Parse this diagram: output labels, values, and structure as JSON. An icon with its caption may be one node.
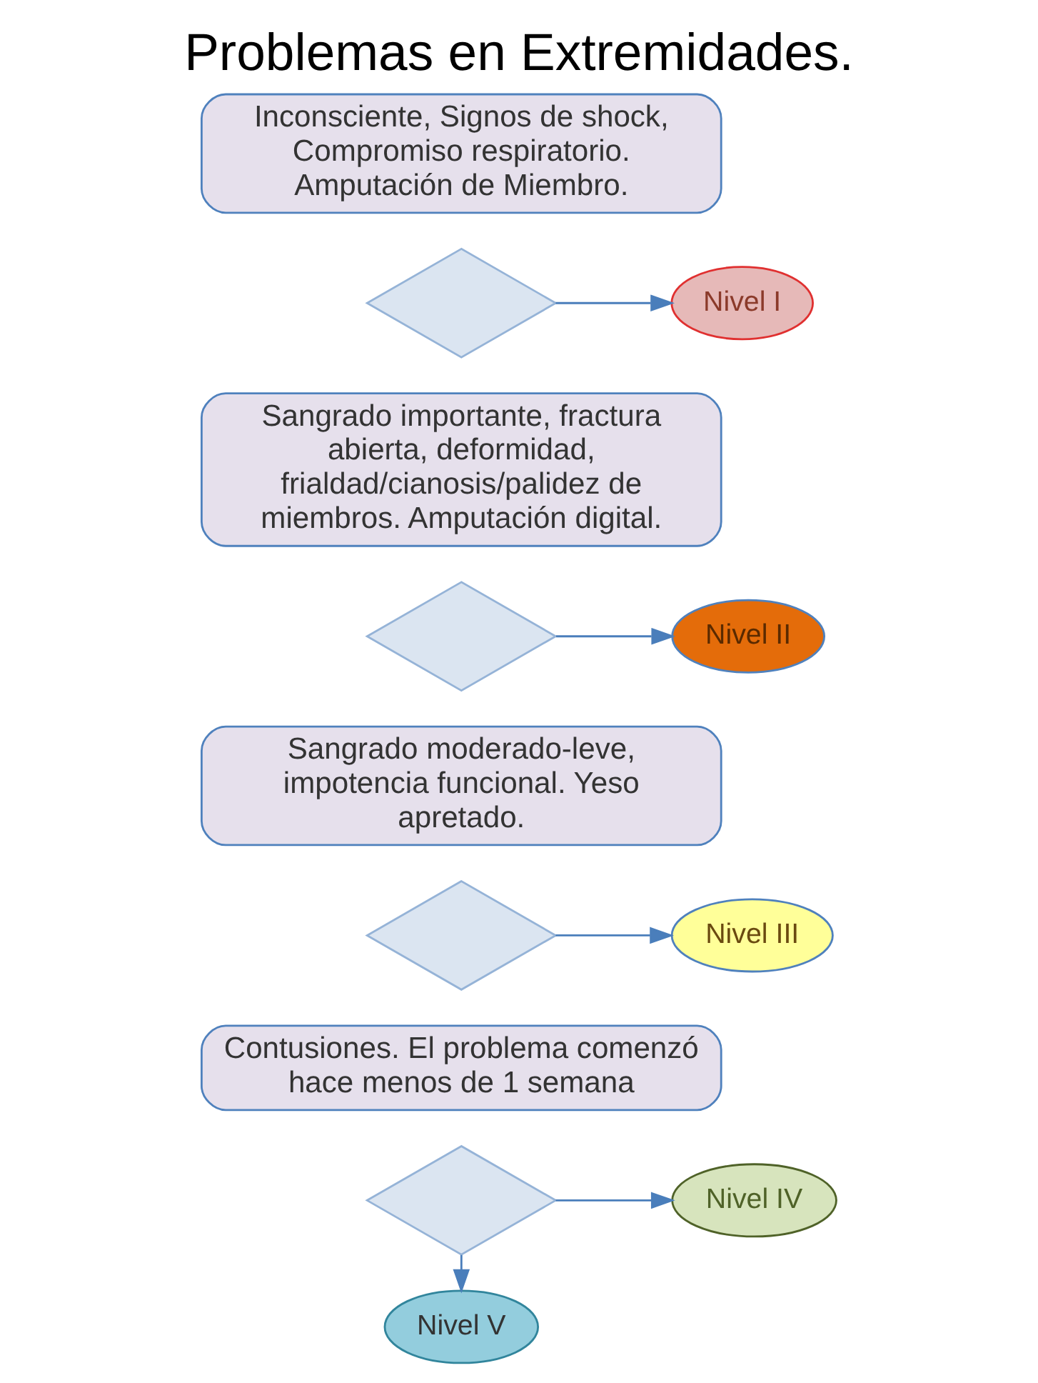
{
  "diagram": {
    "title": "Problemas en Extremidades.",
    "nodes": [
      {
        "text": [
          "Inconsciente, Signos de shock, Compromiso respiratorio. Amputación de Miembro."
        ]
      },
      {
        "text": [],
        "shape": "diamond"
      },
      {
        "text": [
          "Nivel I"
        ]
      },
      {
        "text": [
          "Sangrado importante, fractura abierta, deformidad, frialdad/cianosis/palidez de miembros. Amputación digital."
        ]
      },
      {
        "text": [],
        "shape": "diamond"
      },
      {
        "text": [
          "Nivel II"
        ]
      },
      {
        "text": [
          "Sangrado moderado-leve, impotencia funcional. Yeso apretado."
        ]
      },
      {
        "text": [],
        "shape": "diamond"
      },
      {
        "text": [
          "Nivel III"
        ]
      },
      {
        "text": [
          "Contusiones. El problema comenzó hace menos de 1 semana"
        ]
      },
      {
        "text": [],
        "shape": "diamond"
      },
      {
        "text": [
          "Nivel IV"
        ]
      },
      {
        "text": [
          "Nivel V"
        ]
      }
    ],
    "edges": [
      {
        "from": 1,
        "to": 2,
        "arrow": "to"
      },
      {
        "from": 4,
        "to": 5,
        "arrow": "to"
      },
      {
        "from": 7,
        "to": 8,
        "arrow": "to"
      },
      {
        "from": 10,
        "to": 11,
        "arrow": "to"
      },
      {
        "from": 10,
        "to": 12,
        "arrow": "to"
      }
    ]
  }
}
